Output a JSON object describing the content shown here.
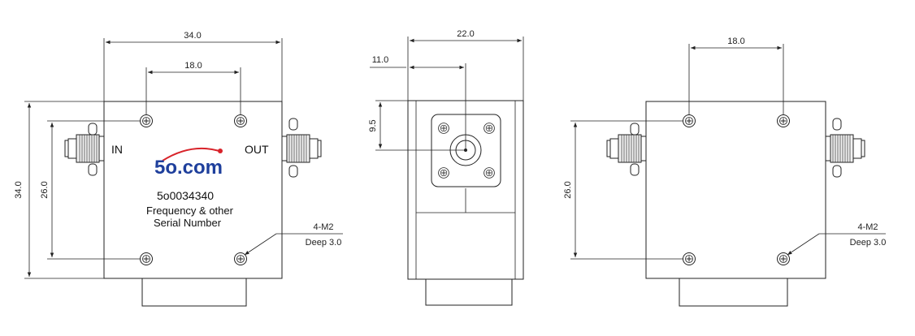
{
  "front_view": {
    "overall_width": "34.0",
    "hole_spacing_h": "18.0",
    "overall_height": "34.0",
    "hole_spacing_v": "26.0",
    "port_in": "IN",
    "port_out": "OUT",
    "logo": "5o.com",
    "part_number": "5o0034340",
    "note_line1": "Frequency & other",
    "note_line2": "Serial Number",
    "hole_callout": "4-M2",
    "hole_depth": "Deep 3.0"
  },
  "side_view": {
    "overall_width": "22.0",
    "center_offset": "11.0",
    "center_height": "9.5"
  },
  "back_view": {
    "hole_spacing_h": "18.0",
    "hole_spacing_v": "26.0",
    "hole_callout": "4-M2",
    "hole_depth": "Deep 3.0"
  },
  "colors": {
    "logo_blue": "#1e3f9c",
    "logo_red": "#d8232a",
    "line": "#222222"
  }
}
